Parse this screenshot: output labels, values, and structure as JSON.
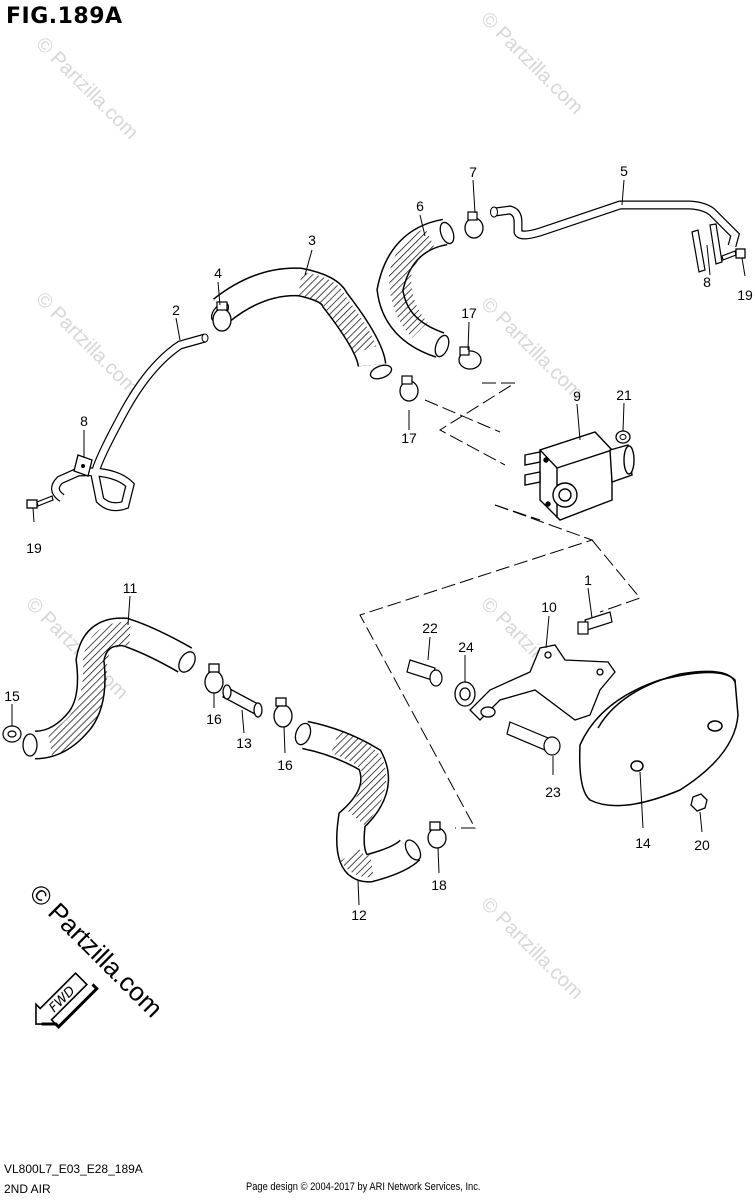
{
  "figure": {
    "title": "FIG.189A",
    "code": "VL800L7_E03_E28_189A",
    "name": "2ND AIR"
  },
  "footer": {
    "copyright": "Page design © 2004-2017 by ARI Network Services, Inc."
  },
  "watermark": {
    "text": "© Partzilla.com",
    "fwd": "FWD"
  },
  "callouts": [
    "1",
    "2",
    "3",
    "4",
    "5",
    "6",
    "7",
    "8",
    "8",
    "9",
    "10",
    "11",
    "12",
    "13",
    "14",
    "15",
    "16",
    "16",
    "17",
    "17",
    "18",
    "19",
    "19",
    "20",
    "21",
    "22",
    "23",
    "24"
  ]
}
